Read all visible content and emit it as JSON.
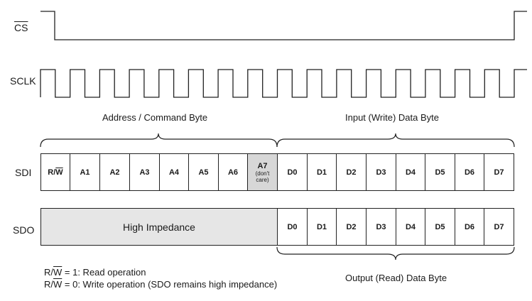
{
  "signals": {
    "cs_label": "CS",
    "sclk_label": "SCLK",
    "sdi_label": "SDI",
    "sdo_label": "SDO"
  },
  "headers": {
    "address_command": "Address / Command Byte",
    "input_write": "Input (Write) Data Byte",
    "output_read": "Output (Read) Data Byte"
  },
  "sdi_cells": [
    {
      "label_r": "R/",
      "label_w": "W"
    },
    {
      "label": "A1"
    },
    {
      "label": "A2"
    },
    {
      "label": "A3"
    },
    {
      "label": "A4"
    },
    {
      "label": "A5"
    },
    {
      "label": "A6"
    },
    {
      "label": "A7",
      "sub1": "(don't",
      "sub2": "care)"
    },
    {
      "label": "D0"
    },
    {
      "label": "D1"
    },
    {
      "label": "D2"
    },
    {
      "label": "D3"
    },
    {
      "label": "D4"
    },
    {
      "label": "D5"
    },
    {
      "label": "D6"
    },
    {
      "label": "D7"
    }
  ],
  "sdo": {
    "high_impedance": "High Impedance",
    "cells": [
      "D0",
      "D1",
      "D2",
      "D3",
      "D4",
      "D5",
      "D6",
      "D7"
    ]
  },
  "notes": {
    "read_rw_r": "R/",
    "read_rw_w": "W",
    "read_text": " = 1: Read operation",
    "write_rw_r": "R/",
    "write_rw_w": "W",
    "write_text": " = 0: Write operation (SDO remains high impedance)"
  }
}
